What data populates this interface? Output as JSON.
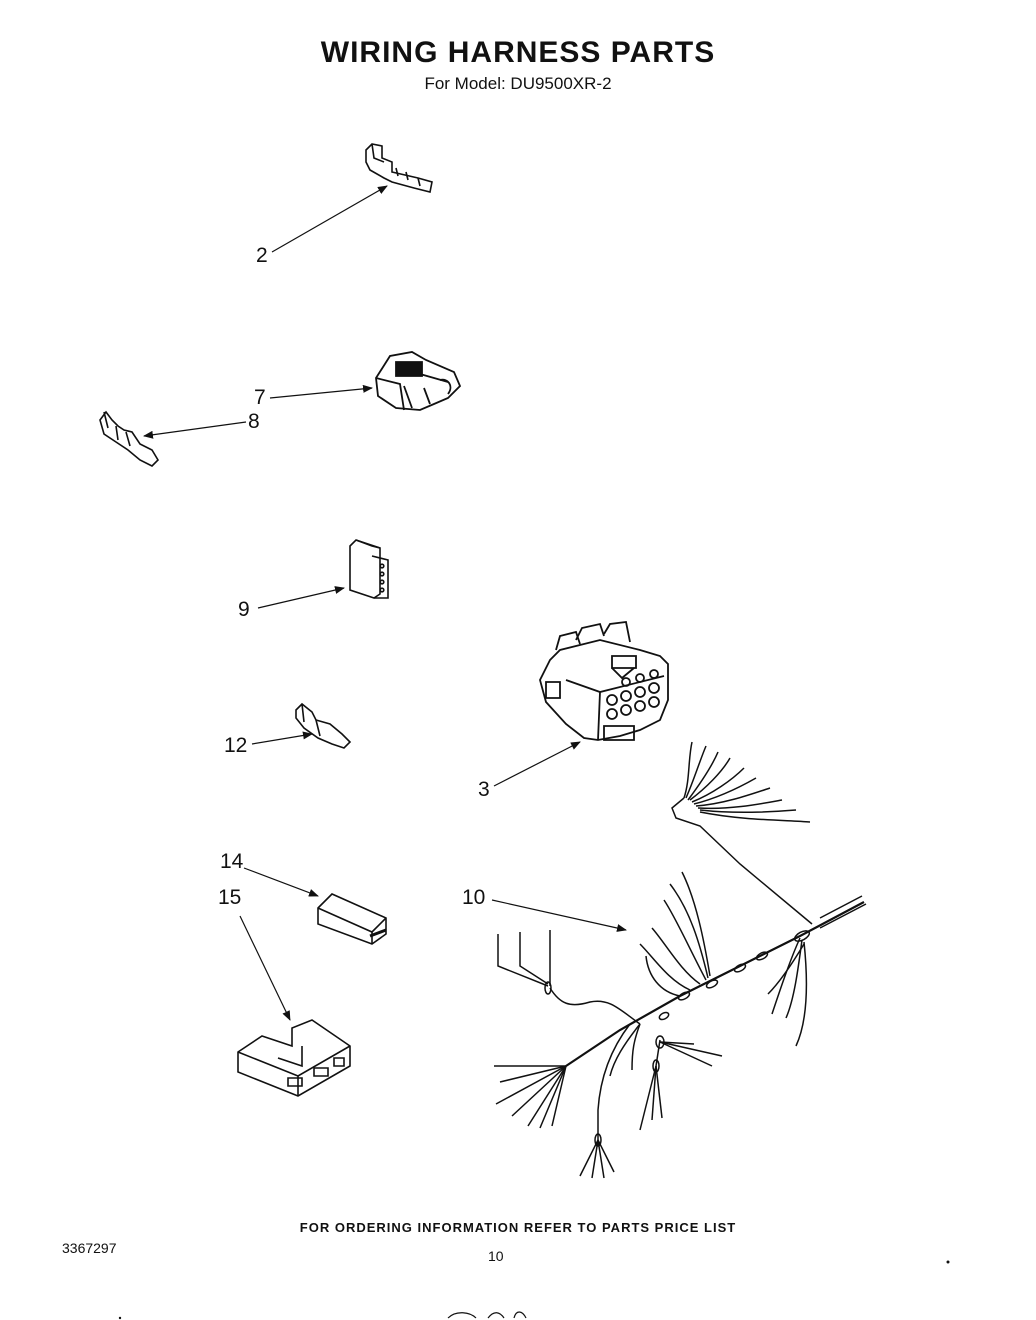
{
  "header": {
    "title": "WIRING HARNESS PARTS",
    "subtitle": "For Model: DU9500XR-2"
  },
  "callouts": {
    "c2": "2",
    "c3": "3",
    "c7": "7",
    "c8": "8",
    "c9": "9",
    "c10": "10",
    "c12": "12",
    "c14": "14",
    "c15": "15"
  },
  "footer": {
    "ordering_note": "FOR ORDERING INFORMATION REFER TO PARTS PRICE LIST",
    "document_number": "3367297",
    "page_number": "10"
  }
}
